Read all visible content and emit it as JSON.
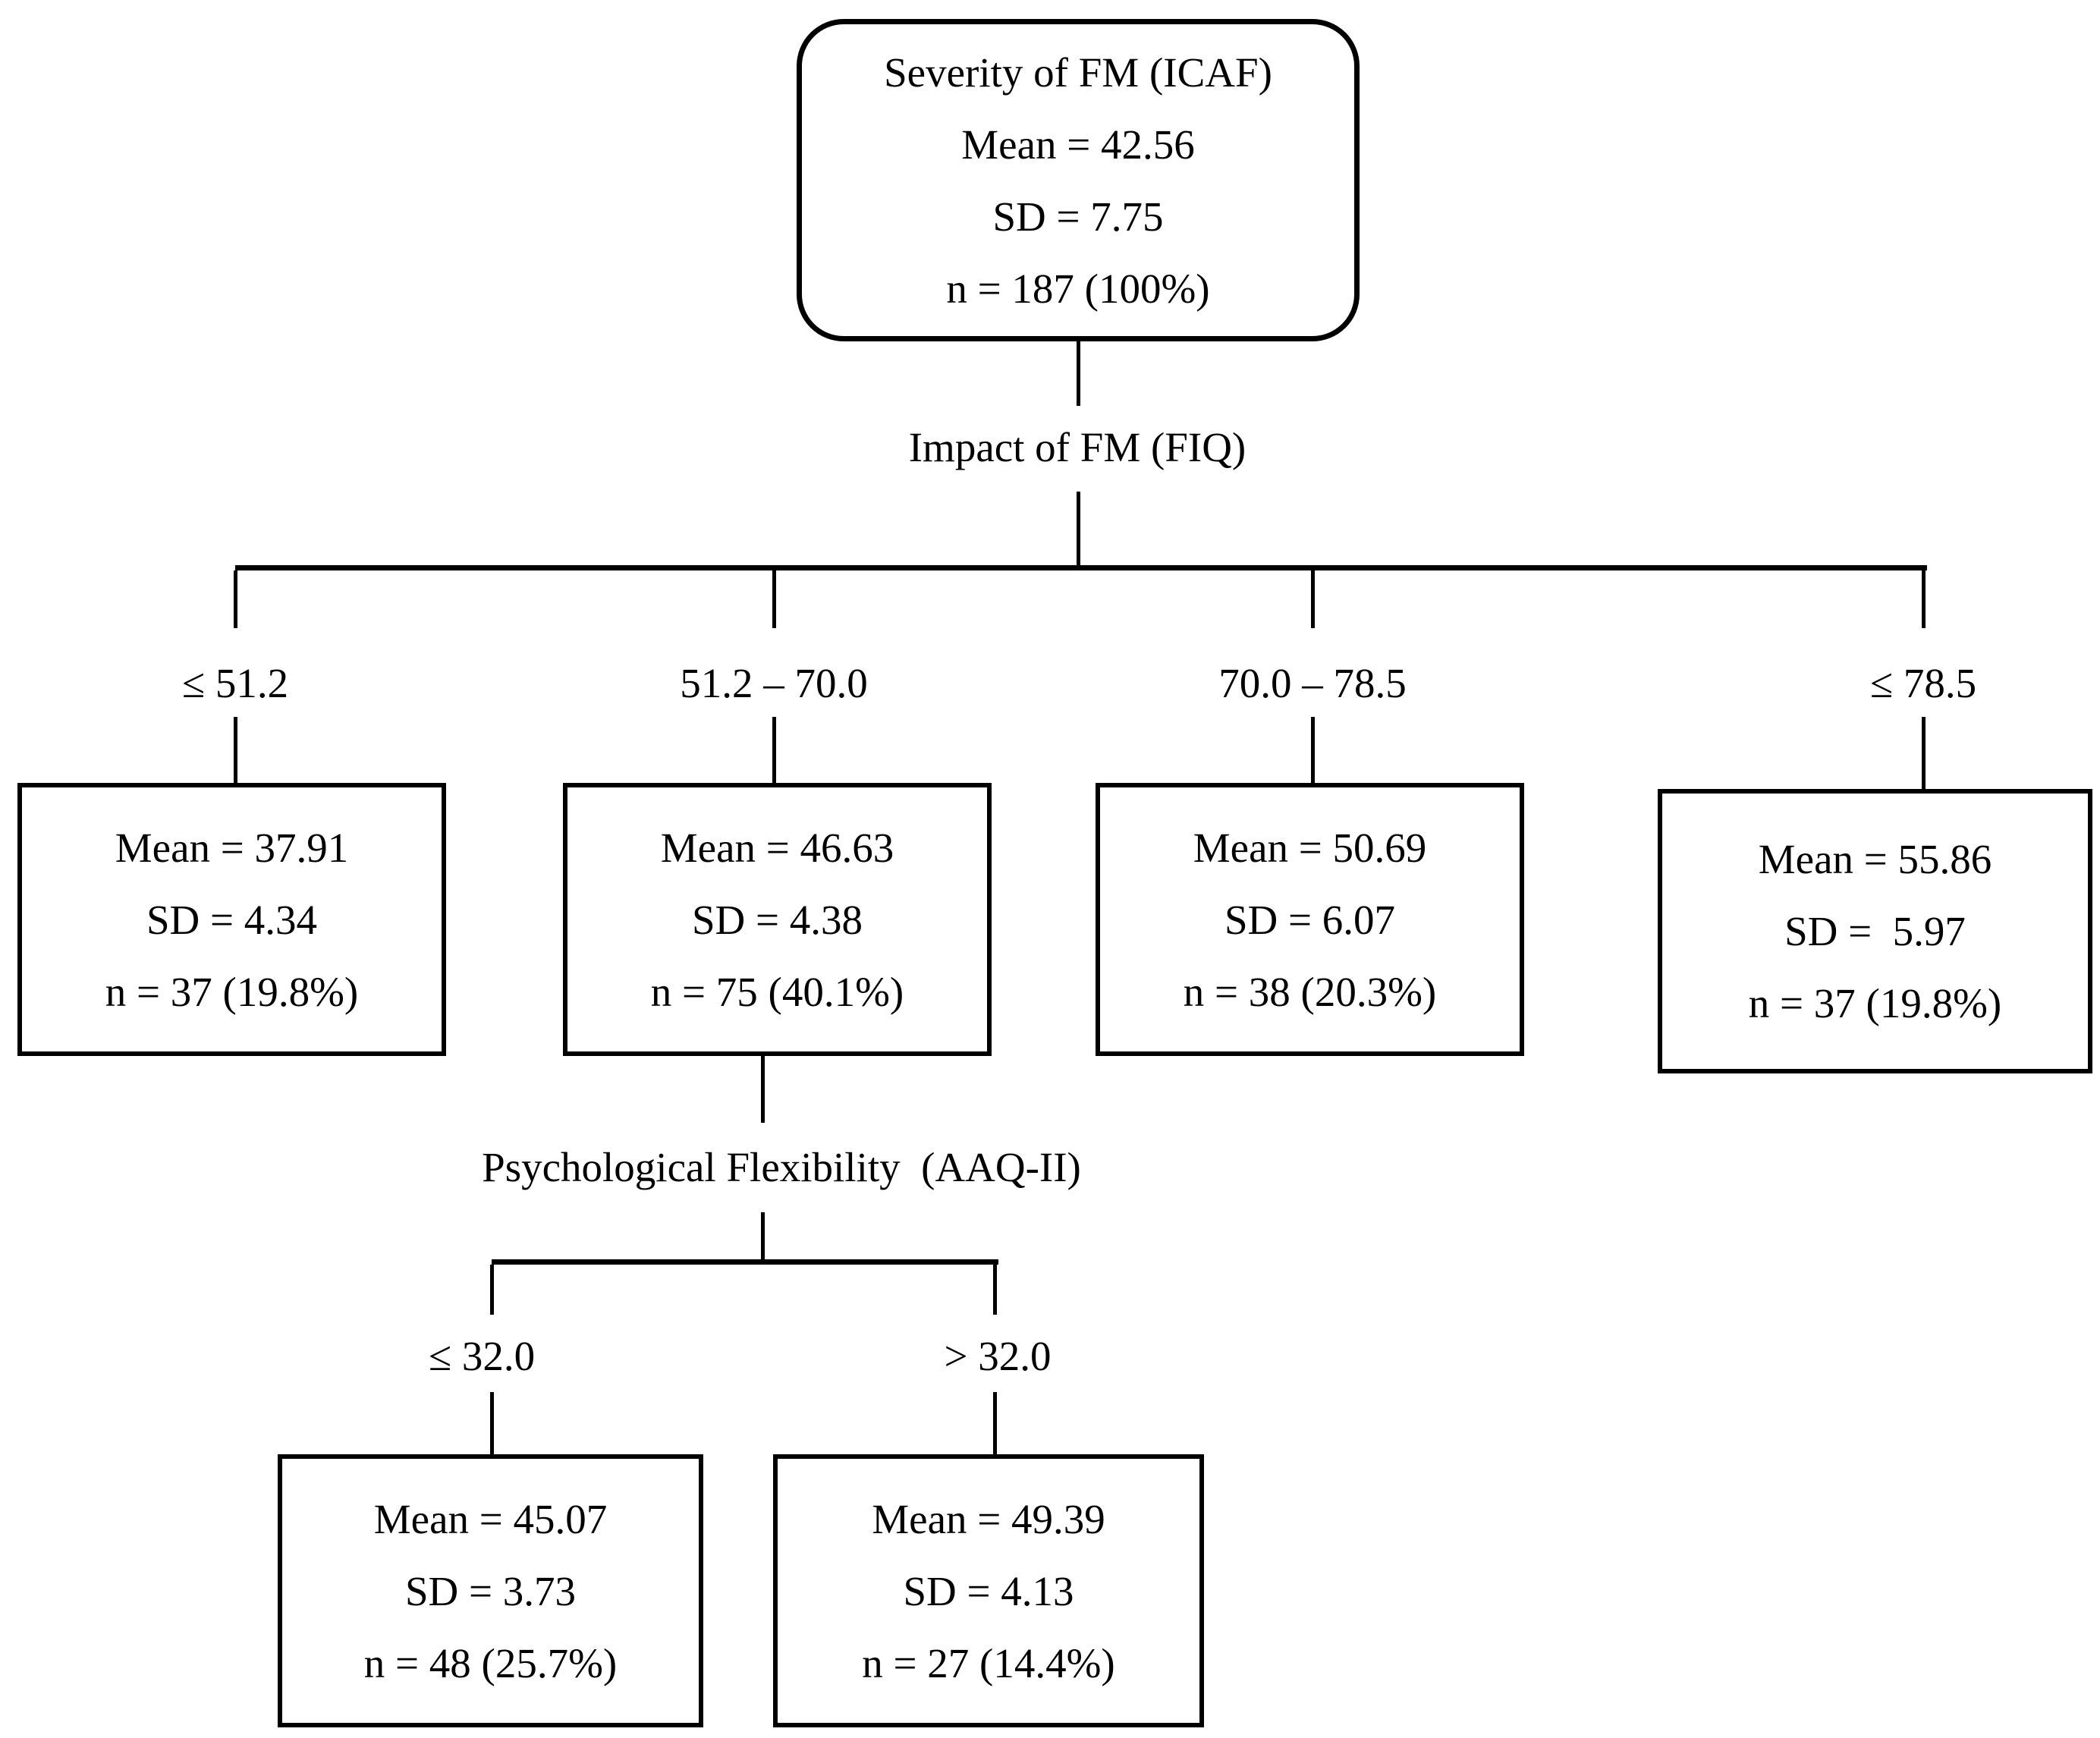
{
  "page": {
    "background_color": "#ffffff",
    "ink_color": "#000000"
  },
  "tree": {
    "root": {
      "title": "Severity of FM (ICAF)",
      "lines": [
        "Mean = 42.56",
        "SD = 7.75",
        "n = 187 (100%)"
      ]
    },
    "split1": {
      "variable": "Impact of FM (FIQ)",
      "branches": [
        {
          "condition": "≤ 51.2",
          "lines": [
            "Mean = 37.91",
            "SD = 4.34",
            "n = 37 (19.8%)"
          ]
        },
        {
          "condition": "51.2 – 70.0",
          "lines": [
            "Mean = 46.63",
            "SD = 4.38",
            "n = 75 (40.1%)"
          ]
        },
        {
          "condition": "70.0 – 78.5",
          "lines": [
            "Mean = 50.69",
            "SD = 6.07",
            "n = 38 (20.3%)"
          ]
        },
        {
          "condition": "≤ 78.5",
          "lines": [
            "Mean = 55.86",
            "SD =  5.97",
            "n = 37 (19.8%)"
          ]
        }
      ]
    },
    "split2": {
      "variable": "Psychological Flexibility  (AAQ-II)",
      "branches": [
        {
          "condition": "≤ 32.0",
          "lines": [
            "Mean = 45.07",
            "SD = 3.73",
            "n = 48 (25.7%)"
          ]
        },
        {
          "condition": "> 32.0",
          "lines": [
            "Mean = 49.39",
            "SD = 4.13",
            "n = 27 (14.4%)"
          ]
        }
      ]
    }
  }
}
